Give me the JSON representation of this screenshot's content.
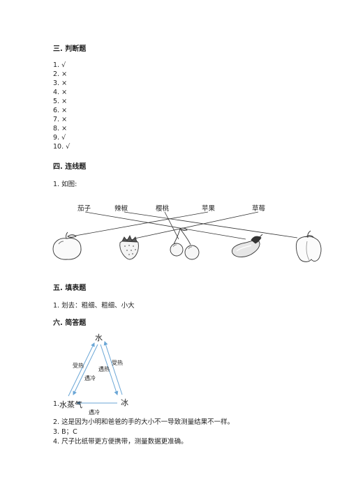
{
  "section3": {
    "heading": "三. 判断题",
    "answers": [
      "1. √",
      "2. ×",
      "3. ×",
      "4. ×",
      "5. ×",
      "6. ×",
      "7. ×",
      "8. ×",
      "9. √",
      "10. √"
    ]
  },
  "section4": {
    "heading": "四. 连线题",
    "line1": "1. 如图:",
    "top_labels": [
      "茄子",
      "辣椒",
      "樱桃",
      "苹果",
      "草莓"
    ]
  },
  "section5": {
    "heading": "五. 填表题",
    "line1": "1. 划去：粗细、粗细、小大"
  },
  "section6": {
    "heading": "六. 简答题",
    "diagram": {
      "top": "水",
      "left": "水蒸气",
      "right": "冰",
      "left_outer": "受热",
      "left_inner": "遇冷",
      "right_inner": "遇热",
      "right_outer": "受热",
      "bottom": "遇冷"
    },
    "line1_prefix": "1.",
    "line2": "2. 这是因为小明和爸爸的手的大小不一导致测量结果不一样。",
    "line3": "3. B；C",
    "line4": "4. 尺子比纸带更方便携带，测量数据更准确。"
  }
}
